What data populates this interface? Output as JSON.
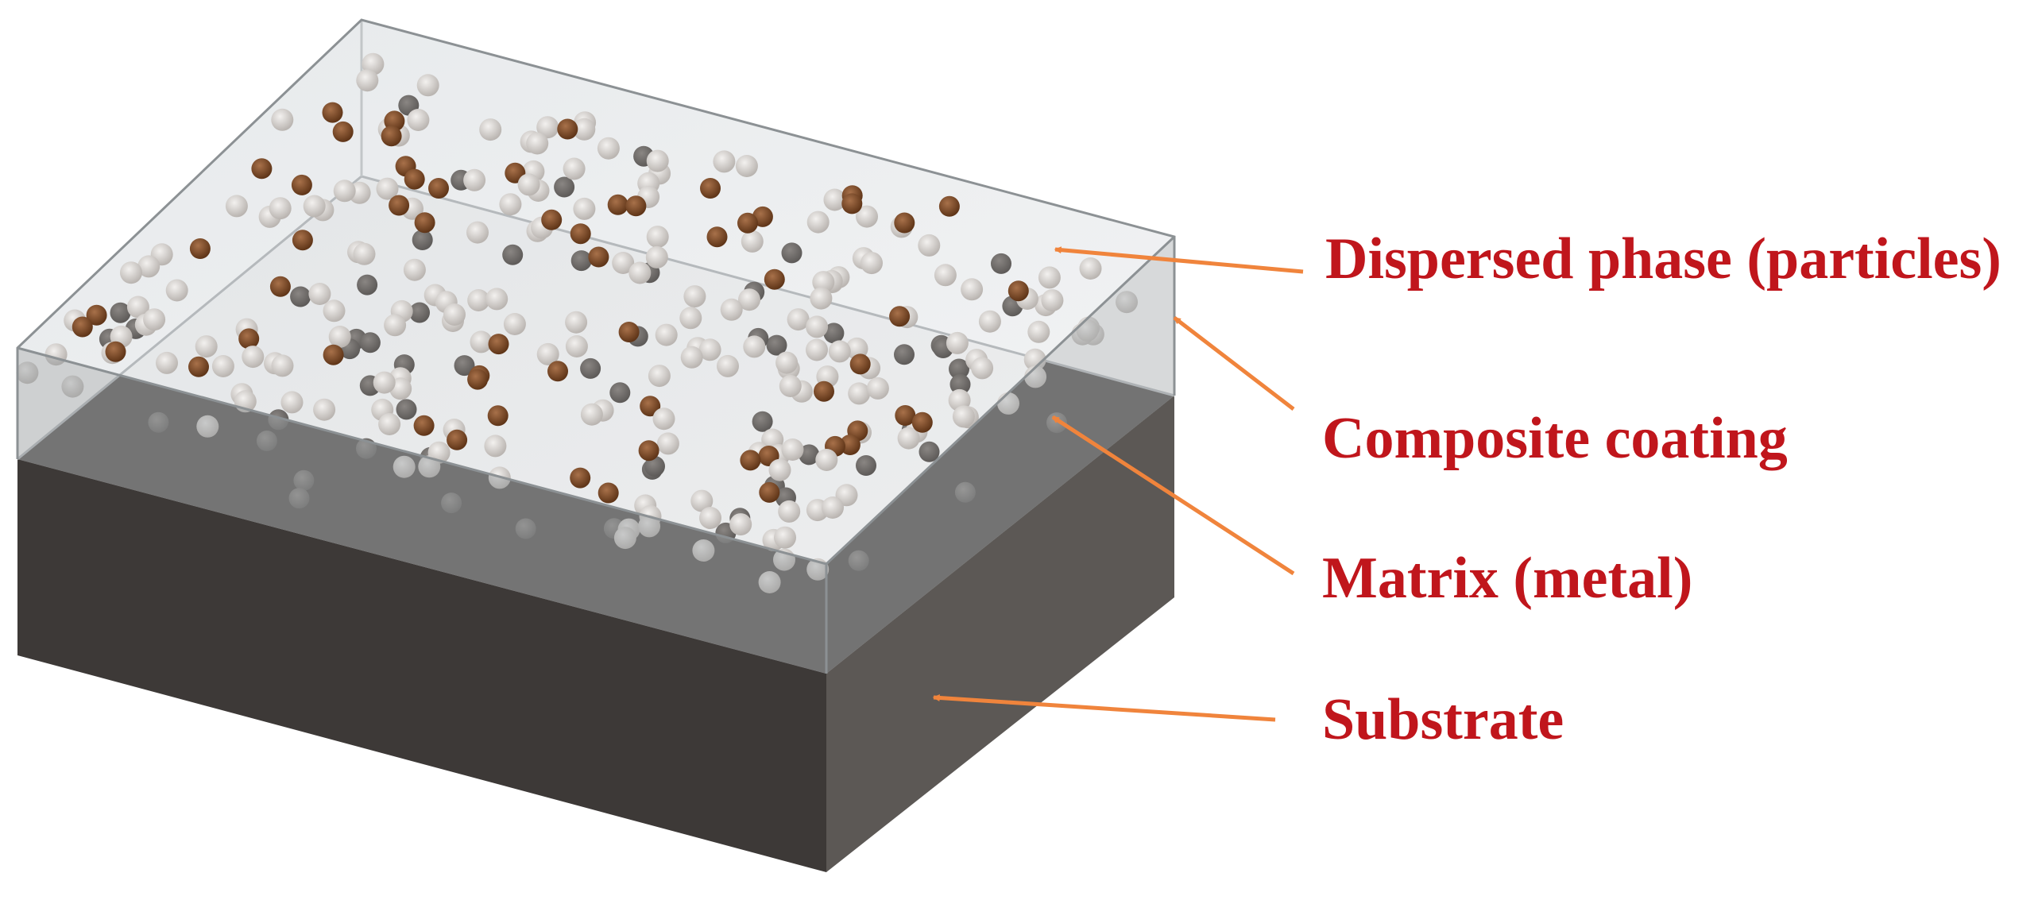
{
  "labels": {
    "dispersed_phase": "Dispersed phase (particles)",
    "composite_coating": "Composite coating",
    "matrix": "Matrix (metal)",
    "substrate": "Substrate"
  },
  "colors": {
    "label_text": "#c0161c",
    "arrow": "#f0843c",
    "substrate_front": "#3d3937",
    "substrate_side": "#5c5855",
    "coating_top": "#e9ecee",
    "coating_front": "#9da1a4",
    "coating_side": "#a7abae",
    "particle_surface": "#7a4a26",
    "particle_embedded": "#c9c5c2"
  }
}
